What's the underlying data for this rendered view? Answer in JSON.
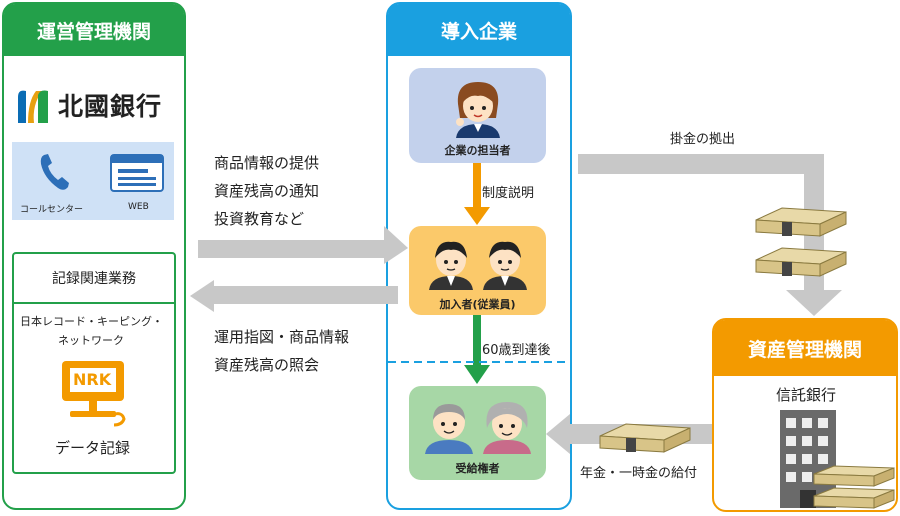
{
  "operator": {
    "header": "運営管理機関",
    "bank_name": "北國銀行",
    "contact": {
      "call_center": "コールセンター",
      "web": "WEB"
    },
    "records": {
      "title": "記録関連業務",
      "company_line1": "日本レコード・キーピング・",
      "company_line2": "ネットワーク",
      "logo": "NRK",
      "caption": "データ記録"
    }
  },
  "company": {
    "header": "導入企業",
    "staff_label": "企業の担当者",
    "explain_label": "制度説明",
    "members_label": "加入者(従業員)",
    "age_label": "60歳到達後",
    "recipients_label": "受給権者"
  },
  "asset_manager": {
    "header": "資産管理機関",
    "trust_bank": "信託銀行"
  },
  "flows": {
    "to_members": [
      "商品情報の提供",
      "資産残高の通知",
      "投資教育など"
    ],
    "to_operator": [
      "運用指図・商品情報",
      "資産残高の照会"
    ],
    "contribution": "掛金の拠出",
    "payment": "年金・一時金の給付"
  },
  "colors": {
    "green": "#23a04a",
    "blue": "#1aa0e0",
    "orange": "#f39a00",
    "arrow_gray": "#c8c8c8"
  }
}
